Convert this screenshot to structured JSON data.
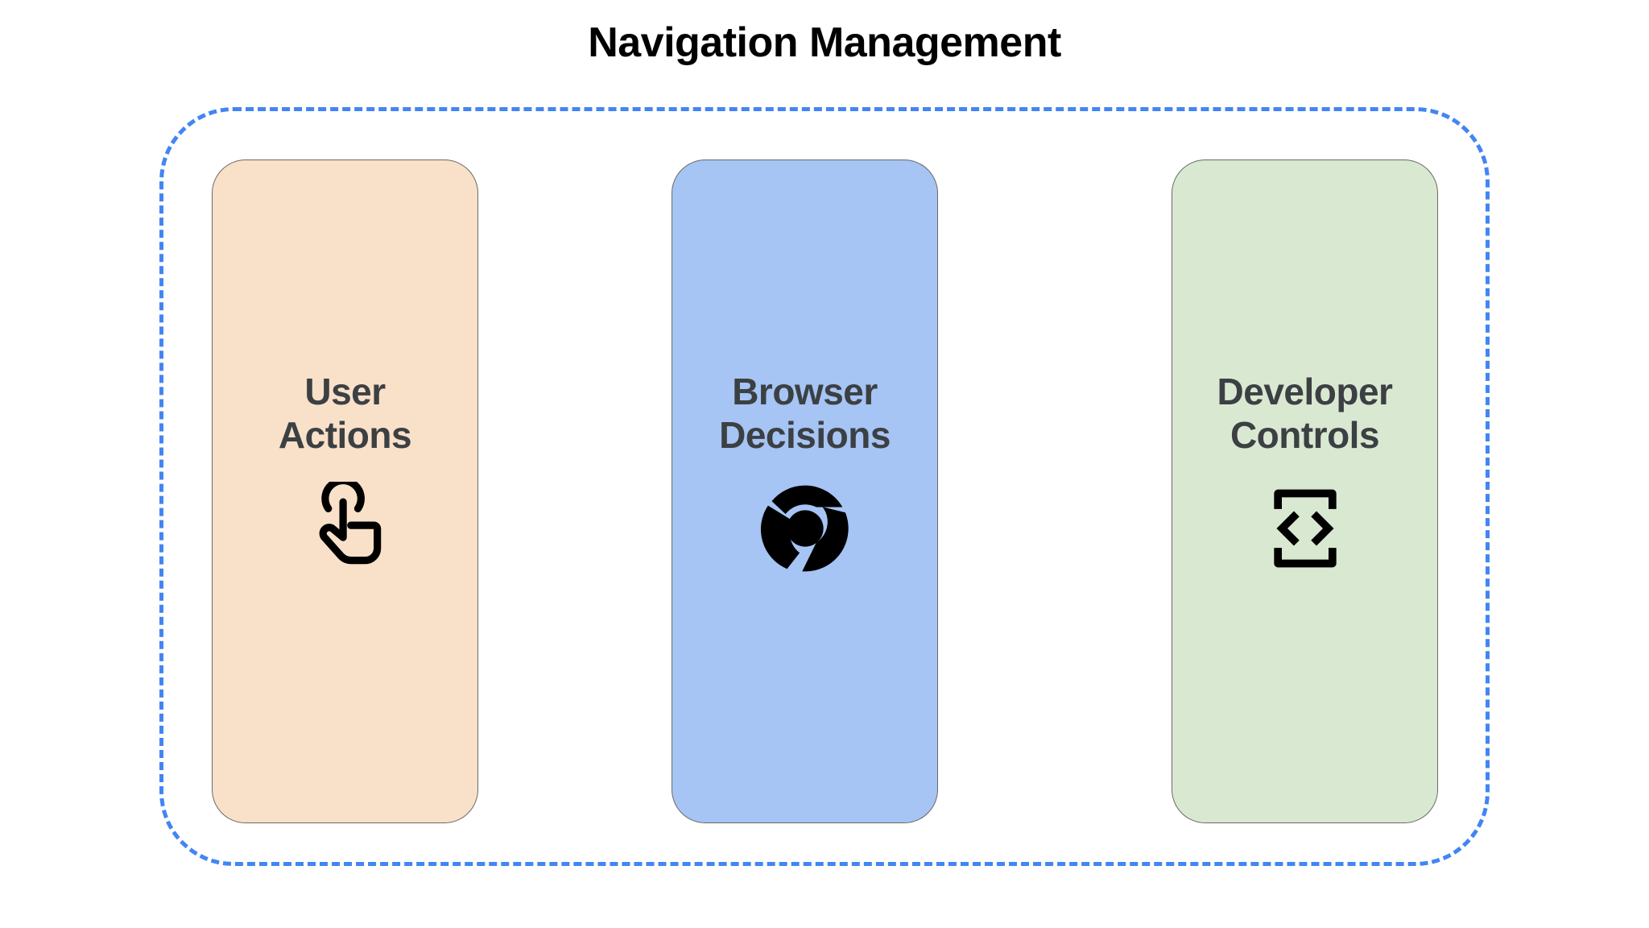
{
  "page": {
    "title": "Navigation Management",
    "background_color": "#ffffff",
    "title_color": "#000000"
  },
  "group_container": {
    "name": "navigation-management-group",
    "border_style": "dashed",
    "border_color": "#4285f4",
    "border_radius": "92px"
  },
  "cards": [
    {
      "id": "user-actions",
      "label": "User\nActions",
      "label_line_1": "User",
      "label_line_2": "Actions",
      "background_color": "#f9e0c9",
      "border_color": "#6b6b63",
      "text_color": "#3c4043",
      "icon": "touch-app-icon",
      "icon_color": "#000000"
    },
    {
      "id": "browser-decisions",
      "label": "Browser\nDecisions",
      "label_line_1": "Browser",
      "label_line_2": "Decisions",
      "background_color": "#a6c4f4",
      "border_color": "#6b6b63",
      "text_color": "#3c4043",
      "icon": "chrome-browser-icon",
      "icon_color": "#000000"
    },
    {
      "id": "developer-controls",
      "label": "Developer\nControls",
      "label_line_1": "Developer",
      "label_line_2": "Controls",
      "background_color": "#d9e8d1",
      "border_color": "#6b6b63",
      "text_color": "#3c4043",
      "icon": "developer-mode-icon",
      "icon_color": "#000000"
    }
  ]
}
